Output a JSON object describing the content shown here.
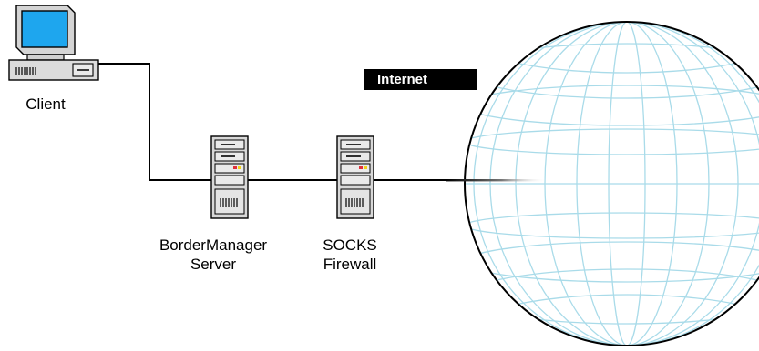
{
  "diagram": {
    "nodes": {
      "client": {
        "label": "Client",
        "icon": "desktop-computer-icon"
      },
      "bordermanager": {
        "label_line1": "BorderManager",
        "label_line2": "Server",
        "icon": "server-tower-icon"
      },
      "socks": {
        "label_line1": "SOCKS",
        "label_line2": "Firewall",
        "icon": "server-tower-icon"
      },
      "internet": {
        "label": "Internet",
        "icon": "globe-icon"
      }
    },
    "connections": [
      {
        "from": "Client",
        "to": "BorderManager Server"
      },
      {
        "from": "BorderManager Server",
        "to": "SOCKS Firewall"
      },
      {
        "from": "SOCKS Firewall",
        "to": "Internet"
      }
    ],
    "colors": {
      "globe_grid": "#a9dbe9",
      "screen": "#1ea6ee",
      "line": "#000000",
      "status_led_red": "#e0303c",
      "status_led_yellow": "#f2d21a"
    }
  }
}
